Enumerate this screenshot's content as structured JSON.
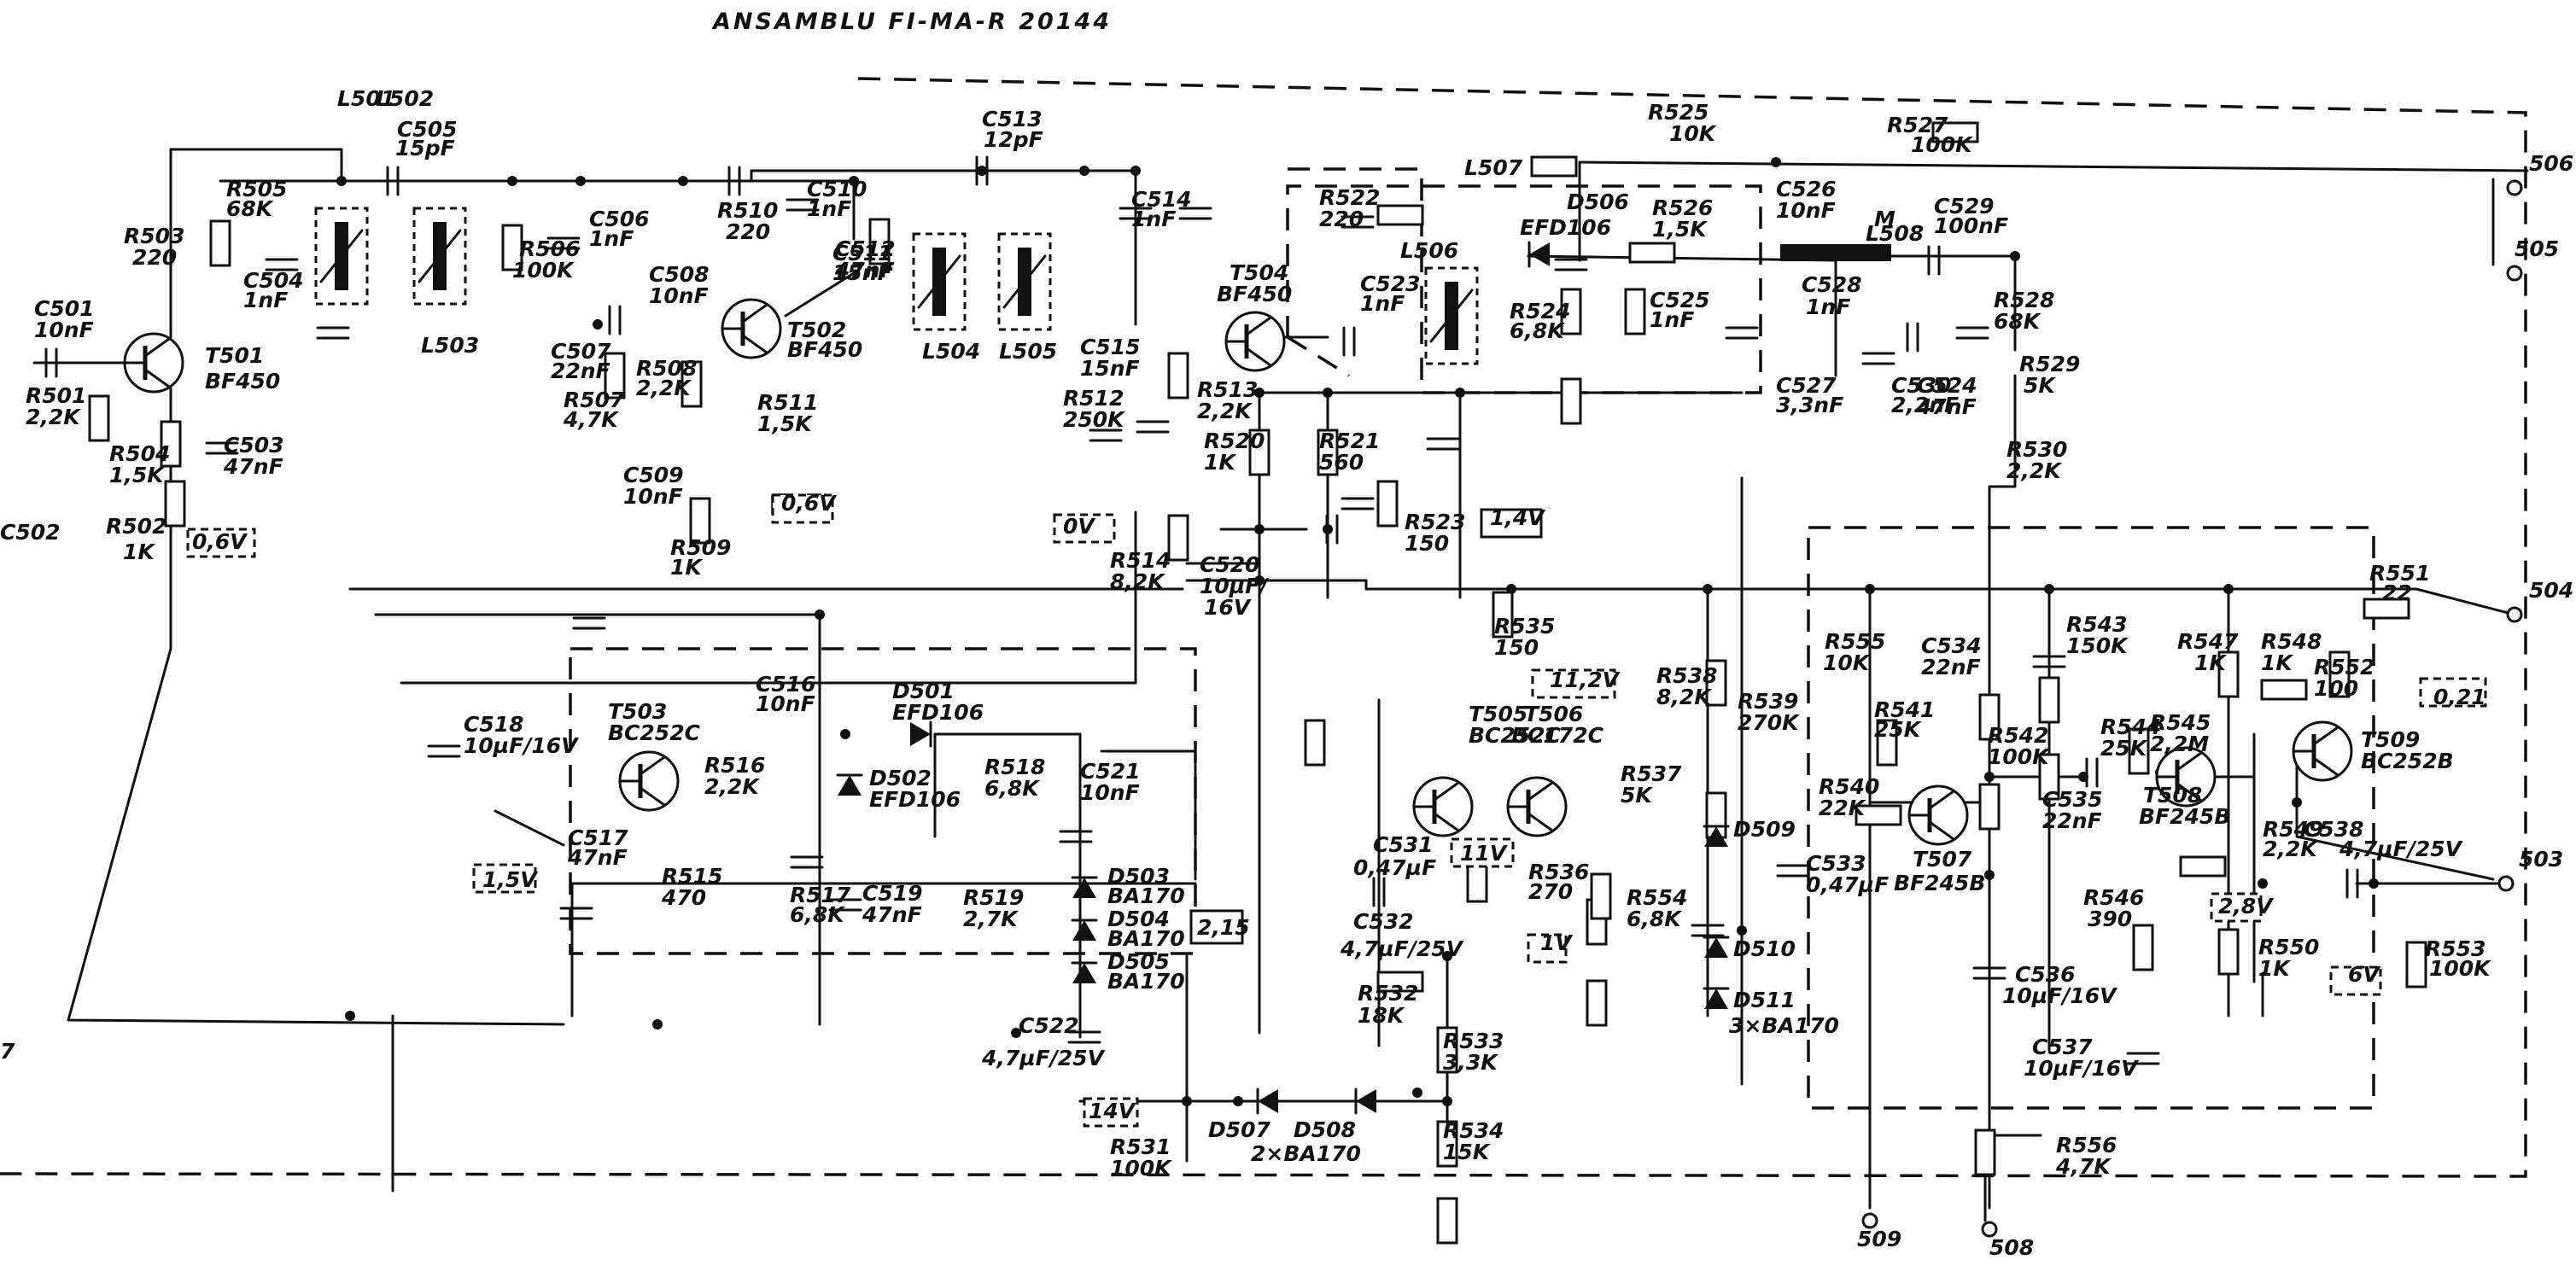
{
  "title": "ANSAMBLU   FI-MA-R 20144",
  "terminals": [
    "506",
    "505",
    "504",
    "503",
    "509",
    "508",
    "7"
  ],
  "labels": [
    "L501",
    "L502",
    "C505",
    "15pF",
    "C513",
    "12pF",
    "L507",
    "R525",
    "10K",
    "R527",
    "100K",
    "C501",
    "10nF",
    "T501",
    "BF450",
    "R501",
    "2,2K",
    "R504",
    "1,5K",
    "C503",
    "47nF",
    "R502",
    "1K",
    "C502",
    "0,6V",
    "R503",
    "220",
    "R505",
    "68K",
    "C504",
    "1nF",
    "L503",
    "C506",
    "1nF",
    "R506",
    "100K",
    "C508",
    "10nF",
    "R508",
    "2,2K",
    "C507",
    "22nF",
    "R507",
    "4,7K",
    "C509",
    "10nF",
    "R509",
    "1K",
    "R510",
    "220",
    "T502",
    "BF450",
    "R511",
    "1,5K",
    "C512",
    "47nF",
    "0,6V",
    "C510",
    "1nF",
    "C511",
    "15nF",
    "L504",
    "L505",
    "C514",
    "1nF",
    "C515",
    "15nF",
    "T504",
    "BF450",
    "R512",
    "250K",
    "R513",
    "2,2K",
    "R520",
    "1K",
    "R521",
    "560",
    "0V",
    "R514",
    "8,2K",
    "C520",
    "10µF/",
    "16V",
    "R522",
    "220",
    "C523",
    "1nF",
    "L506",
    "R524",
    "6,8K",
    "D506",
    "EFD106",
    "R526",
    "1,5K",
    "C525",
    "1nF",
    "C526",
    "10nF",
    "L508",
    "C529",
    "100nF",
    "M",
    "C528",
    "1nF",
    "C527",
    "3,3nF",
    "C530",
    "2,2nF",
    "R528",
    "68K",
    "R529",
    "5K",
    "R530",
    "2,2K",
    "C524",
    "47nF",
    "R523",
    "150",
    "1,4V",
    "R535",
    "150",
    "11,2V",
    "T505",
    "BC252C",
    "T506",
    "BC172C",
    "R538",
    "8,2K",
    "R539",
    "270K",
    "R537",
    "5K",
    "R554",
    "6,8K",
    "D509",
    "D510",
    "D511",
    "3×BA170",
    "C531",
    "0,47µF",
    "R536",
    "270",
    "11V",
    "1V",
    "C532",
    "4,7µF/25V",
    "R532",
    "18K",
    "R533",
    "3,3K",
    "R534",
    "15K",
    "C518",
    "10µF/16V",
    "T503",
    "BC252C",
    "C516",
    "10nF",
    "D501",
    "EFD106",
    "R516",
    "2,2K",
    "D502",
    "EFD106",
    "R518",
    "6,8K",
    "C521",
    "10nF",
    "C517",
    "47nF",
    "R515",
    "470",
    "1,5V",
    "R517",
    "6,8K",
    "C519",
    "47nF",
    "R519",
    "2,7K",
    "D503",
    "BA170",
    "D504",
    "BA170",
    "D505",
    "BA170",
    "2,15",
    "C522",
    "4,7µF/25V",
    "14V",
    "R531",
    "100K",
    "D507",
    "D508",
    "2×BA170",
    "R551",
    "22",
    "R555",
    "10K",
    "R541",
    "25K",
    "C534",
    "22nF",
    "R543",
    "150K",
    "R544",
    "25K",
    "R547",
    "1K",
    "R548",
    "1K",
    "R552",
    "100",
    "0,21",
    "R542",
    "100K",
    "R545",
    "2,2M",
    "T509",
    "BC252B",
    "R540",
    "22K",
    "C533",
    "0,47µF",
    "T507",
    "BF245B",
    "C535",
    "22nF",
    "T508",
    "BF245B",
    "R549",
    "2,2K",
    "C538",
    "4,7µF/25V",
    "R546",
    "390",
    "2,8V",
    "R550",
    "1K",
    "6V",
    "R553",
    "100K",
    "C536",
    "10µF/16V",
    "C537",
    "10µF/16V",
    "R556",
    "4,7K"
  ]
}
